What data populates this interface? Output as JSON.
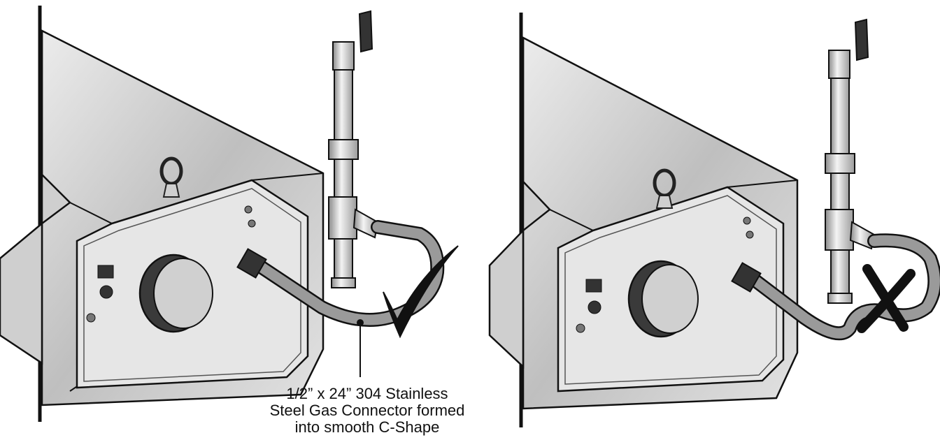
{
  "caption": {
    "line1": "1/2” x 24” 304 Stainless",
    "line2": "Steel Gas Connector formed",
    "line3": "into smooth C-Shape"
  },
  "panels": [
    {
      "result": "correct",
      "mark_icon": "checkmark-icon"
    },
    {
      "result": "incorrect",
      "mark_icon": "x-mark-icon"
    }
  ],
  "colors": {
    "hose": "#9a9a9a",
    "metal": "#d6d6d6",
    "outline": "#111111"
  }
}
